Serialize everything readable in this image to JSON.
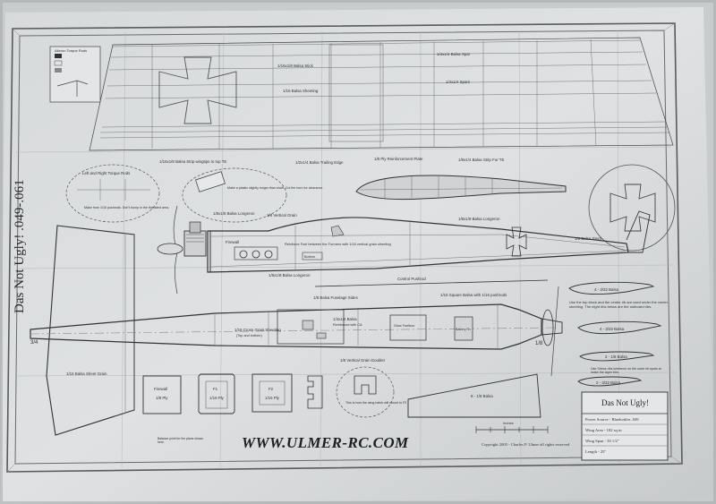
{
  "plan": {
    "vertical_title": "Das Not Ugly! .049-.061",
    "url": "WWW.ULMER-RC.COM",
    "copyright": "Copyright 2005 - Charles P. Ulmer  all rights reserved",
    "title_block": {
      "title": "Das Not Ugly!",
      "lines": [
        "Power Source - Bluebottles .049",
        "Wing Area - 182 sq in",
        "Wing Span - 30 1/2\"",
        "Length - 25\""
      ]
    },
    "notes": {
      "wing_center": "1/16x1/8 Balsa Stick",
      "wing_center_2": "1/16 Balsa Sheeting",
      "wing_spar_note": "1/4x1/4 Spars",
      "wing_top_right": "1/4x1/4 Balsa Spar",
      "wing_le_1": "1/16x1/8 Balsa Strip wingtips to top TE",
      "wing_le_2": "1/2x1/4 Balsa Trailing Edge",
      "wing_le_3": "1/8 Ply Reinforcement Plate",
      "wing_le_4": "1/8x1/4 Balsa Strip For TE",
      "left_right": "Left and Right Torque Rods",
      "left_right_sub": "Make from 1/16 pushrods. Don't bump in the threaded area.",
      "oval_note": "Make a plastic slightly longer than shaft. Cut the horn for clearance.",
      "vertical_grain": "1/8 Vertical Grain",
      "longeron_1": "1/8x1/8 Balsa Longeron",
      "longeron_2": "1/8x1/8 Balsa Longeron",
      "longeron_3": "1/8x1/8 Balsa Longeron",
      "firewall_label": "Firewall",
      "fill_note": "Reinforce Fuel between the Formers with 1/16 vertical grain sheeting",
      "bottom_lbl": "Bottom",
      "balsa_stern": "1/8 Balsa Stern",
      "control_pushrod": "Control Pushrod",
      "fuse_sides": "1/8 Balsa Fuselage Sides",
      "square_balsa": "1/16 Square Balsa with 1/16 pushrods",
      "cross_grain": "1/16 Cross Grain Sheeting",
      "cross_grain_sub": "(Top and bottom)",
      "balsa_doubler": "1/4x1/4 Balsa",
      "balsa_doubler_sub": "Reinforced with CA",
      "vertical_grain_2": "1/8 Vertical Grain Doubler",
      "servo_label": "Glow Fuelbox",
      "tank_label": "Battery Rx",
      "stab_label": "1/16 Balsa Sheet Grain",
      "former_fw": "Firewall",
      "former_fw_sub": "1/8 Ply",
      "former_f1": "F1",
      "former_f1_sub": "1/16 Ply",
      "former_f2": "F2",
      "former_f2_sub": "1/16 Ply",
      "hatch_note": "This is how the wing hatch will mount to F2",
      "balsa_wedge": "8 - 1/8 Balsa",
      "rib_1": "4 - 3/32 Balsa",
      "rib_2": "4 - 3/32 Balsa",
      "rib_3": "2 - 1/8 Balsa",
      "rib_4": "2 - 3/32 Balsa",
      "side_note": "Use the top block and the center rib are used under the center sheeting. The eight ribs below are the outboard ribs.",
      "side_note_2": "Use Stress ribs wherever on the outer rib spots to make the taper trim.",
      "dim_34": "3/4",
      "dim_18": "1/8",
      "inset_title": "Aileron Torque Rods",
      "small_notes": "Balance point for the plane shown here.",
      "scale_label": "Inches"
    }
  }
}
